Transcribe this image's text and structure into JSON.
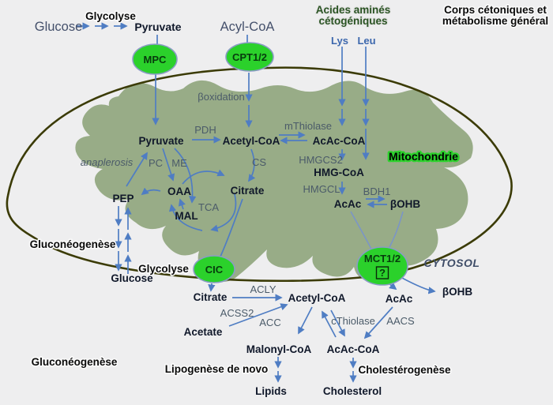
{
  "title": {
    "line1": "Corps cétoniques et",
    "line2": "métabolisme général"
  },
  "compartments": {
    "mitochondrion": "Mitochondrie",
    "cytosol": "CYTOSOL"
  },
  "pathways": {
    "glycolysis_top": "Glycolyse",
    "glycolysis_bottom": "Glycolyse",
    "gluconeogenesis_mid": "Gluconéogenèse",
    "gluconeogenesis_bottom": "Gluconéogenèse",
    "beta_oxidation": "βoxidation",
    "anaplerosis": "anaplerosis",
    "ketogenic_amino_acids_line1": "Acides aminés",
    "ketogenic_amino_acids_line2": "cétogéniques",
    "lipogenesis": "Lipogenèse de novo",
    "cholesterogenesis": "Cholestérogenèse"
  },
  "transporters": {
    "mpc": "MPC",
    "cpt": "CPT1/2",
    "cic": "CIC",
    "mct": "MCT1/2",
    "mct_note": "?"
  },
  "metabolites": {
    "glucose_top": "Glucose",
    "pyruvate_top": "Pyruvate",
    "acyl_coa": "Acyl-CoA",
    "lys": "Lys",
    "leu": "Leu",
    "pyruvate": "Pyruvate",
    "acetyl_coa_mito": "Acetyl-CoA",
    "acac_coa_mito": "AcAc-CoA",
    "hmg_coa": "HMG-CoA",
    "acac_mito": "AcAc",
    "bohb_mito": "βOHB",
    "citrate_mito": "Citrate",
    "oaa": "OAA",
    "mal": "MAL",
    "pep": "PEP",
    "glucose_bottom": "Glucose",
    "citrate_cyto": "Citrate",
    "acetyl_coa_cyto": "Acetyl-CoA",
    "acetate": "Acetate",
    "malonyl_coa": "Malonyl-CoA",
    "acac_cyto": "AcAc",
    "bohb_cyto": "βOHB",
    "acac_coa_cyto": "AcAc-CoA",
    "lipids": "Lipids",
    "cholesterol": "Cholesterol"
  },
  "enzymes": {
    "pdh": "PDH",
    "cs": "CS",
    "tca": "TCA",
    "pc": "PC",
    "me": "ME",
    "mthiolase": "mThiolase",
    "hmgcs2": "HMGCS2",
    "hmgcl": "HMGCL",
    "bdh1": "BDH1",
    "acly": "ACLY",
    "acss2": "ACSS2",
    "acc": "ACC",
    "cthiolase": "cThiolase",
    "aacs": "AACS"
  },
  "colors": {
    "background": "#eeeeef",
    "matrix_green": "#98ac87",
    "membrane": "#3b3b06",
    "transporter_green": "#2bd12b",
    "arrow_blue": "#4f7dc3",
    "metabolite_text": "#10182a",
    "enzyme_text": "#4b5b69",
    "amino_acid_green": "#2a5323",
    "blue_text": "#3c67ad"
  }
}
